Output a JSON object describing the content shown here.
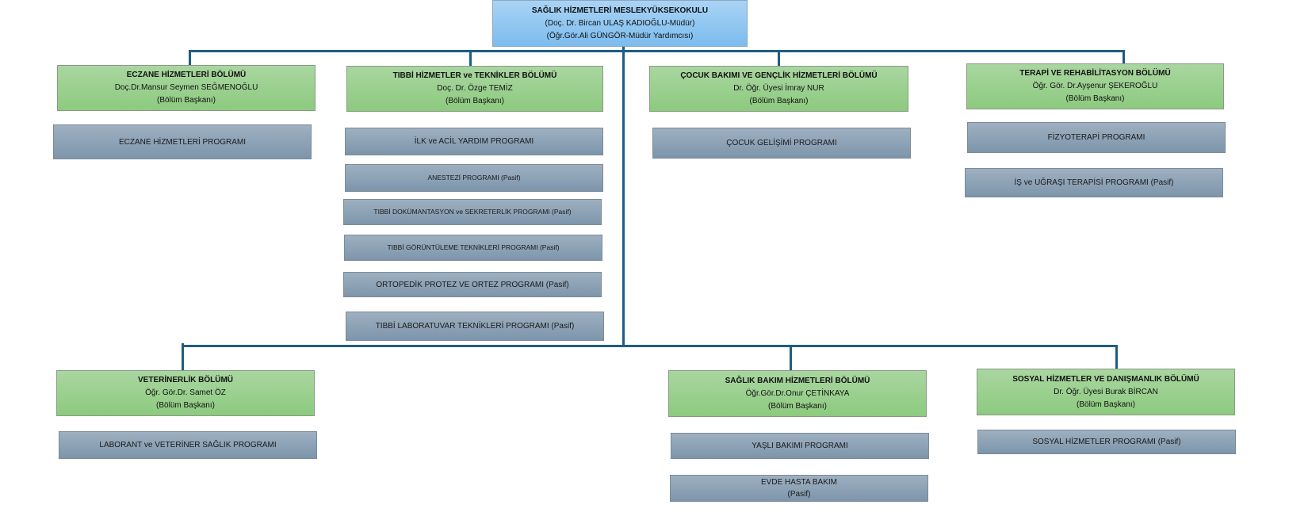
{
  "root": {
    "title": "SAĞLIK HİZMETLERİ MESLEKYÜKSEKOKULU",
    "director": "(Doç. Dr. Bircan ULAŞ KADIOĞLU-Müdür)",
    "deputy": "(Öğr.Gör.Ali GÜNGÖR-Müdür Yardımcısı)"
  },
  "departments": [
    {
      "title": "ECZANE HİZMETLERİ BÖLÜMÜ",
      "head": "Doç.Dr.Mansur Seymen SEĞMENOĞLU",
      "role": "(Bölüm Başkanı)",
      "programs": [
        "ECZANE HİZMETLERİ PROGRAMI"
      ]
    },
    {
      "title": "TIBBİ HİZMETLER ve TEKNİKLER BÖLÜMÜ",
      "head": "Doç. Dr. Özge TEMİZ",
      "role": "(Bölüm Başkanı)",
      "programs": [
        "İLK ve ACİL YARDIM PROGRAMI",
        "ANESTEZİ PROGRAMI (Pasif)",
        "TIBBİ DOKÜMANTASYON ve SEKRETERLİK PROGRAMI (Pasif)",
        "TIBBİ GÖRÜNTÜLEME TEKNİKLERİ  PROGRAMI (Pasif)",
        "ORTOPEDİK PROTEZ VE ORTEZ PROGRAMI (Pasif)",
        "TIBBİ LABORATUVAR TEKNİKLERİ  PROGRAMI (Pasif)"
      ]
    },
    {
      "title": "ÇOCUK BAKIMI VE GENÇLİK HİZMETLERİ BÖLÜMÜ",
      "head": "Dr. Öğr. Üyesi İmray NUR",
      "role": "(Bölüm Başkanı)",
      "programs": [
        "ÇOCUK GELİŞİMİ PROGRAMI"
      ]
    },
    {
      "title": "TERAPİ VE REHABİLİTASYON BÖLÜMÜ",
      "head": "Öğr. Gör. Dr.Ayşenur ŞEKEROĞLU",
      "role": "(Bölüm Başkanı)",
      "programs": [
        "FİZYOTERAPİ PROGRAMI",
        "İŞ ve UĞRAŞI TERAPİSİ PROGRAMI (Pasif)"
      ]
    },
    {
      "title": "VETERİNERLİK BÖLÜMÜ",
      "head": "Öğr. Gör.Dr. Samet ÖZ",
      "role": "(Bölüm Başkanı)",
      "programs": [
        "LABORANT ve VETERİNER SAĞLIK PROGRAMI"
      ]
    },
    {
      "title": "SAĞLIK BAKIM HİZMETLERİ BÖLÜMÜ",
      "head": "Öğr.Gör.Dr.Onur ÇETİNKAYA",
      "role": "(Bölüm Başkanı)",
      "programs": [
        "YAŞLI BAKIMI PROGRAMI",
        "EVDE HASTA BAKIM",
        "(Pasif)"
      ]
    },
    {
      "title": "SOSYAL HİZMETLER VE DANIŞMANLIK BÖLÜMÜ",
      "head": "Dr. Öğr. Üyesi Burak BİRCAN",
      "role": "(Bölüm Başkanı)",
      "programs": [
        "SOSYAL HİZMETLER PROGRAMI (Pasif)"
      ]
    }
  ],
  "colors": {
    "root": "#7cbcee",
    "department": "#8dca7f",
    "program": "#7d95ab",
    "connector": "#1d5e82"
  }
}
